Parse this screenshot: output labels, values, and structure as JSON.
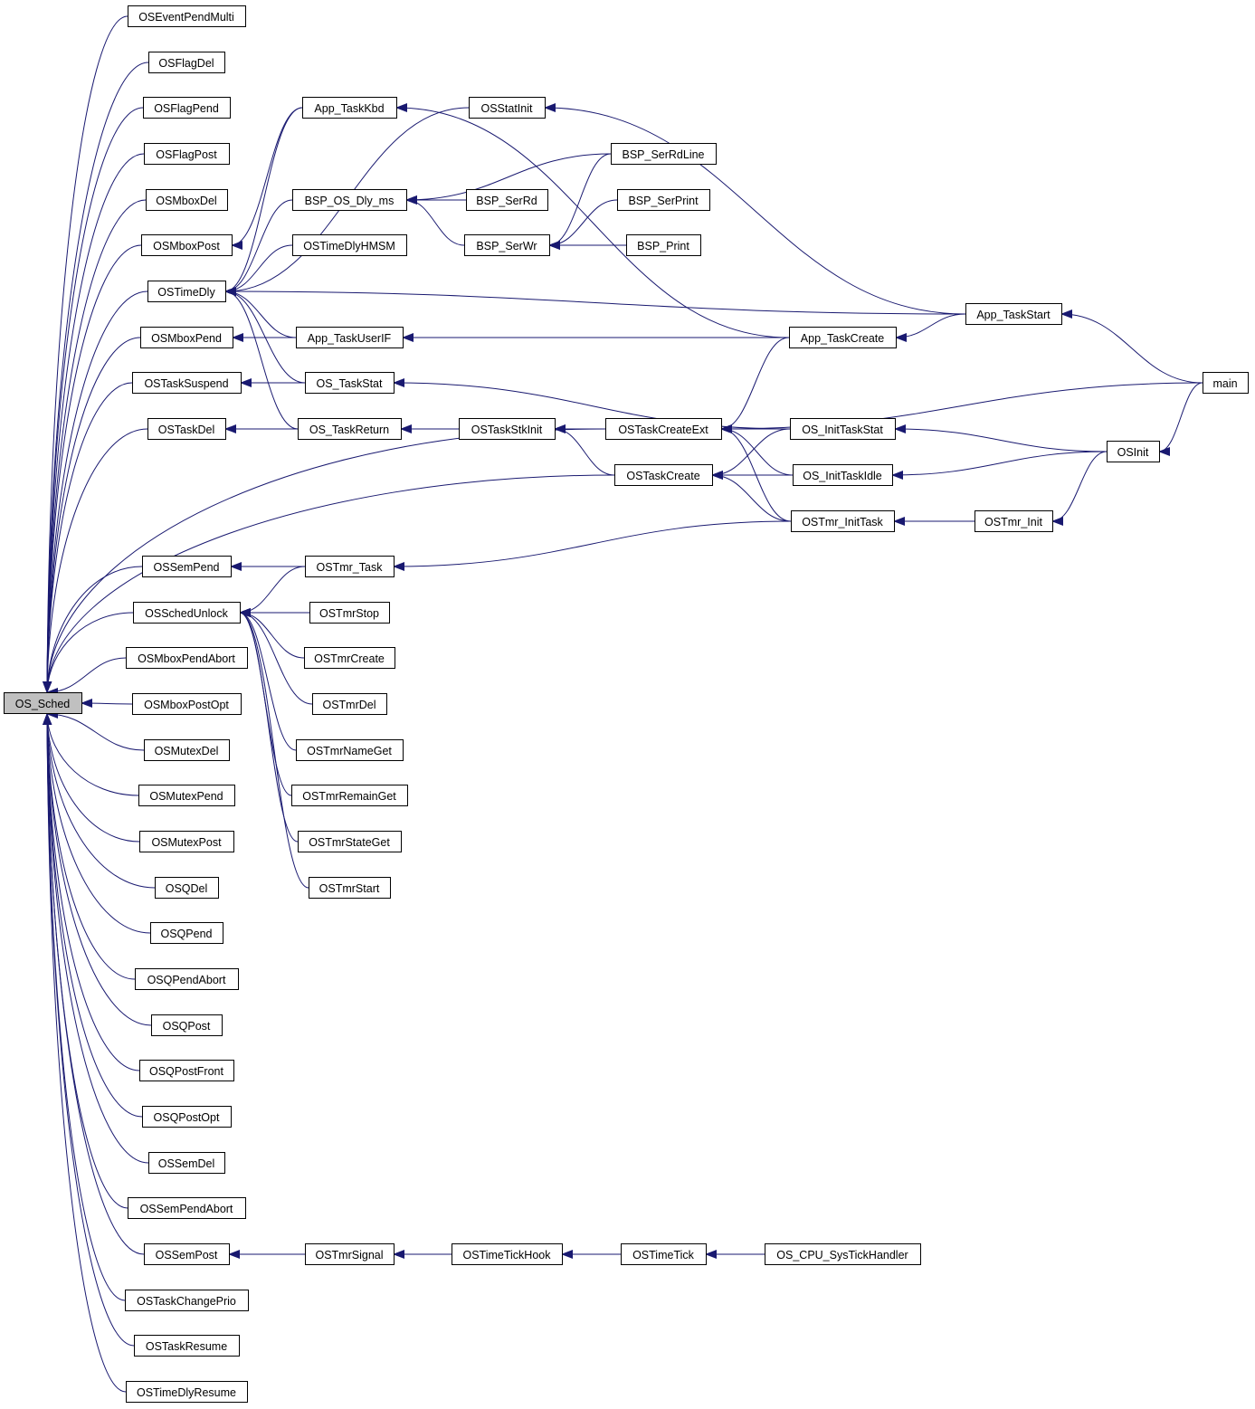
{
  "graph": {
    "root": "OS_Sched",
    "nodes": [
      {
        "id": "OS_Sched",
        "label": "OS_Sched"
      },
      {
        "id": "OSEventPendMulti",
        "label": "OSEventPendMulti"
      },
      {
        "id": "OSFlagDel",
        "label": "OSFlagDel"
      },
      {
        "id": "OSFlagPend",
        "label": "OSFlagPend"
      },
      {
        "id": "OSFlagPost",
        "label": "OSFlagPost"
      },
      {
        "id": "OSMboxDel",
        "label": "OSMboxDel"
      },
      {
        "id": "OSMboxPost",
        "label": "OSMboxPost"
      },
      {
        "id": "OSTimeDly",
        "label": "OSTimeDly"
      },
      {
        "id": "OSMboxPend",
        "label": "OSMboxPend"
      },
      {
        "id": "OSTaskSuspend",
        "label": "OSTaskSuspend"
      },
      {
        "id": "OSTaskDel",
        "label": "OSTaskDel"
      },
      {
        "id": "OSSemPend",
        "label": "OSSemPend"
      },
      {
        "id": "OSSchedUnlock",
        "label": "OSSchedUnlock"
      },
      {
        "id": "OSMboxPendAbort",
        "label": "OSMboxPendAbort"
      },
      {
        "id": "OSMboxPostOpt",
        "label": "OSMboxPostOpt"
      },
      {
        "id": "OSMutexDel",
        "label": "OSMutexDel"
      },
      {
        "id": "OSMutexPend",
        "label": "OSMutexPend"
      },
      {
        "id": "OSMutexPost",
        "label": "OSMutexPost"
      },
      {
        "id": "OSQDel",
        "label": "OSQDel"
      },
      {
        "id": "OSQPend",
        "label": "OSQPend"
      },
      {
        "id": "OSQPendAbort",
        "label": "OSQPendAbort"
      },
      {
        "id": "OSQPost",
        "label": "OSQPost"
      },
      {
        "id": "OSQPostFront",
        "label": "OSQPostFront"
      },
      {
        "id": "OSQPostOpt",
        "label": "OSQPostOpt"
      },
      {
        "id": "OSSemDel",
        "label": "OSSemDel"
      },
      {
        "id": "OSSemPendAbort",
        "label": "OSSemPendAbort"
      },
      {
        "id": "OSSemPost",
        "label": "OSSemPost"
      },
      {
        "id": "OSTaskChangePrio",
        "label": "OSTaskChangePrio"
      },
      {
        "id": "OSTaskResume",
        "label": "OSTaskResume"
      },
      {
        "id": "OSTimeDlyResume",
        "label": "OSTimeDlyResume"
      },
      {
        "id": "App_TaskKbd",
        "label": "App_TaskKbd"
      },
      {
        "id": "BSP_OS_Dly_ms",
        "label": "BSP_OS_Dly_ms"
      },
      {
        "id": "OSTimeDlyHMSM",
        "label": "OSTimeDlyHMSM"
      },
      {
        "id": "App_TaskUserIF",
        "label": "App_TaskUserIF"
      },
      {
        "id": "OS_TaskStat",
        "label": "OS_TaskStat"
      },
      {
        "id": "OS_TaskReturn",
        "label": "OS_TaskReturn"
      },
      {
        "id": "OSTmr_Task",
        "label": "OSTmr_Task"
      },
      {
        "id": "OSTmrStop",
        "label": "OSTmrStop"
      },
      {
        "id": "OSTmrCreate",
        "label": "OSTmrCreate"
      },
      {
        "id": "OSTmrDel",
        "label": "OSTmrDel"
      },
      {
        "id": "OSTmrNameGet",
        "label": "OSTmrNameGet"
      },
      {
        "id": "OSTmrRemainGet",
        "label": "OSTmrRemainGet"
      },
      {
        "id": "OSTmrStateGet",
        "label": "OSTmrStateGet"
      },
      {
        "id": "OSTmrStart",
        "label": "OSTmrStart"
      },
      {
        "id": "OSTmrSignal",
        "label": "OSTmrSignal"
      },
      {
        "id": "OSStatInit",
        "label": "OSStatInit"
      },
      {
        "id": "BSP_SerRd",
        "label": "BSP_SerRd"
      },
      {
        "id": "BSP_SerWr",
        "label": "BSP_SerWr"
      },
      {
        "id": "OSTaskStkInit",
        "label": "OSTaskStkInit"
      },
      {
        "id": "OSTimeTickHook",
        "label": "OSTimeTickHook"
      },
      {
        "id": "BSP_SerRdLine",
        "label": "BSP_SerRdLine"
      },
      {
        "id": "BSP_SerPrint",
        "label": "BSP_SerPrint"
      },
      {
        "id": "BSP_Print",
        "label": "BSP_Print"
      },
      {
        "id": "OSTaskCreateExt",
        "label": "OSTaskCreateExt"
      },
      {
        "id": "OSTaskCreate",
        "label": "OSTaskCreate"
      },
      {
        "id": "OSTimeTick",
        "label": "OSTimeTick"
      },
      {
        "id": "App_TaskCreate",
        "label": "App_TaskCreate"
      },
      {
        "id": "OS_InitTaskStat",
        "label": "OS_InitTaskStat"
      },
      {
        "id": "OS_InitTaskIdle",
        "label": "OS_InitTaskIdle"
      },
      {
        "id": "OSTmr_InitTask",
        "label": "OSTmr_InitTask"
      },
      {
        "id": "OS_CPU_SysTickHandler",
        "label": "OS_CPU_SysTickHandler"
      },
      {
        "id": "App_TaskStart",
        "label": "App_TaskStart"
      },
      {
        "id": "OSTmr_Init",
        "label": "OSTmr_Init"
      },
      {
        "id": "OSInit",
        "label": "OSInit"
      },
      {
        "id": "main",
        "label": "main"
      }
    ],
    "edges": [
      {
        "from": "OSEventPendMulti",
        "to": "OS_Sched"
      },
      {
        "from": "OSFlagDel",
        "to": "OS_Sched"
      },
      {
        "from": "OSFlagPend",
        "to": "OS_Sched"
      },
      {
        "from": "OSFlagPost",
        "to": "OS_Sched"
      },
      {
        "from": "OSMboxDel",
        "to": "OS_Sched"
      },
      {
        "from": "OSMboxPost",
        "to": "OS_Sched"
      },
      {
        "from": "OSTimeDly",
        "to": "OS_Sched"
      },
      {
        "from": "OSMboxPend",
        "to": "OS_Sched"
      },
      {
        "from": "OSTaskSuspend",
        "to": "OS_Sched"
      },
      {
        "from": "OSTaskDel",
        "to": "OS_Sched"
      },
      {
        "from": "OSTaskCreateExt",
        "to": "OS_Sched"
      },
      {
        "from": "OSTaskCreate",
        "to": "OS_Sched"
      },
      {
        "from": "OSSemPend",
        "to": "OS_Sched"
      },
      {
        "from": "OSSchedUnlock",
        "to": "OS_Sched"
      },
      {
        "from": "OSMboxPendAbort",
        "to": "OS_Sched"
      },
      {
        "from": "OSMboxPostOpt",
        "to": "OS_Sched"
      },
      {
        "from": "OSMutexDel",
        "to": "OS_Sched"
      },
      {
        "from": "OSMutexPend",
        "to": "OS_Sched"
      },
      {
        "from": "OSMutexPost",
        "to": "OS_Sched"
      },
      {
        "from": "OSQDel",
        "to": "OS_Sched"
      },
      {
        "from": "OSQPend",
        "to": "OS_Sched"
      },
      {
        "from": "OSQPendAbort",
        "to": "OS_Sched"
      },
      {
        "from": "OSQPost",
        "to": "OS_Sched"
      },
      {
        "from": "OSQPostFront",
        "to": "OS_Sched"
      },
      {
        "from": "OSQPostOpt",
        "to": "OS_Sched"
      },
      {
        "from": "OSSemDel",
        "to": "OS_Sched"
      },
      {
        "from": "OSSemPendAbort",
        "to": "OS_Sched"
      },
      {
        "from": "OSSemPost",
        "to": "OS_Sched"
      },
      {
        "from": "OSTaskChangePrio",
        "to": "OS_Sched"
      },
      {
        "from": "OSTaskResume",
        "to": "OS_Sched"
      },
      {
        "from": "OSTimeDlyResume",
        "to": "OS_Sched"
      },
      {
        "from": "App_TaskKbd",
        "to": "OSMboxPost"
      },
      {
        "from": "App_TaskKbd",
        "to": "OSTimeDly"
      },
      {
        "from": "OSStatInit",
        "to": "OSTimeDly"
      },
      {
        "from": "BSP_OS_Dly_ms",
        "to": "OSTimeDly"
      },
      {
        "from": "OSTimeDlyHMSM",
        "to": "OSTimeDly"
      },
      {
        "from": "App_TaskStart",
        "to": "OSTimeDly"
      },
      {
        "from": "App_TaskUserIF",
        "to": "OSTimeDly"
      },
      {
        "from": "OS_TaskStat",
        "to": "OSTimeDly"
      },
      {
        "from": "OS_TaskReturn",
        "to": "OSTimeDly"
      },
      {
        "from": "App_TaskUserIF",
        "to": "OSMboxPend"
      },
      {
        "from": "OS_TaskStat",
        "to": "OSTaskSuspend"
      },
      {
        "from": "OS_TaskReturn",
        "to": "OSTaskDel"
      },
      {
        "from": "OSTmr_Task",
        "to": "OSSemPend"
      },
      {
        "from": "OSTmr_Task",
        "to": "OSSchedUnlock"
      },
      {
        "from": "OSTmrStop",
        "to": "OSSchedUnlock"
      },
      {
        "from": "OSTmrCreate",
        "to": "OSSchedUnlock"
      },
      {
        "from": "OSTmrDel",
        "to": "OSSchedUnlock"
      },
      {
        "from": "OSTmrNameGet",
        "to": "OSSchedUnlock"
      },
      {
        "from": "OSTmrRemainGet",
        "to": "OSSchedUnlock"
      },
      {
        "from": "OSTmrStateGet",
        "to": "OSSchedUnlock"
      },
      {
        "from": "OSTmrStart",
        "to": "OSSchedUnlock"
      },
      {
        "from": "OSTmrSignal",
        "to": "OSSemPost"
      },
      {
        "from": "BSP_SerRd",
        "to": "BSP_OS_Dly_ms"
      },
      {
        "from": "BSP_SerRdLine",
        "to": "BSP_OS_Dly_ms"
      },
      {
        "from": "BSP_SerWr",
        "to": "BSP_OS_Dly_ms"
      },
      {
        "from": "App_TaskStart",
        "to": "OSStatInit"
      },
      {
        "from": "App_TaskCreate",
        "to": "App_TaskKbd"
      },
      {
        "from": "App_TaskCreate",
        "to": "App_TaskUserIF"
      },
      {
        "from": "OS_InitTaskStat",
        "to": "OS_TaskStat"
      },
      {
        "from": "OSTaskStkInit",
        "to": "OS_TaskReturn"
      },
      {
        "from": "OSTaskCreateExt",
        "to": "OSTaskStkInit"
      },
      {
        "from": "OSTaskCreate",
        "to": "OSTaskStkInit"
      },
      {
        "from": "OSTmr_InitTask",
        "to": "OSTmr_Task"
      },
      {
        "from": "OSTimeTickHook",
        "to": "OSTmrSignal"
      },
      {
        "from": "OSTimeTick",
        "to": "OSTimeTickHook"
      },
      {
        "from": "OS_CPU_SysTickHandler",
        "to": "OSTimeTick"
      },
      {
        "from": "BSP_SerRdLine",
        "to": "BSP_SerWr"
      },
      {
        "from": "BSP_SerPrint",
        "to": "BSP_SerWr"
      },
      {
        "from": "BSP_Print",
        "to": "BSP_SerWr"
      },
      {
        "from": "App_TaskCreate",
        "to": "OSTaskCreateExt"
      },
      {
        "from": "OS_InitTaskStat",
        "to": "OSTaskCreateExt"
      },
      {
        "from": "OS_InitTaskIdle",
        "to": "OSTaskCreateExt"
      },
      {
        "from": "OSTmr_InitTask",
        "to": "OSTaskCreateExt"
      },
      {
        "from": "main",
        "to": "OSTaskCreateExt"
      },
      {
        "from": "OS_InitTaskStat",
        "to": "OSTaskCreate"
      },
      {
        "from": "OS_InitTaskIdle",
        "to": "OSTaskCreate"
      },
      {
        "from": "OSTmr_InitTask",
        "to": "OSTaskCreate"
      },
      {
        "from": "App_TaskStart",
        "to": "App_TaskCreate"
      },
      {
        "from": "OSInit",
        "to": "OS_InitTaskStat"
      },
      {
        "from": "OSInit",
        "to": "OS_InitTaskIdle"
      },
      {
        "from": "OSTmr_Init",
        "to": "OSTmr_InitTask"
      },
      {
        "from": "OSInit",
        "to": "OSTmr_Init"
      },
      {
        "from": "main",
        "to": "App_TaskStart"
      },
      {
        "from": "main",
        "to": "OSInit"
      }
    ]
  }
}
